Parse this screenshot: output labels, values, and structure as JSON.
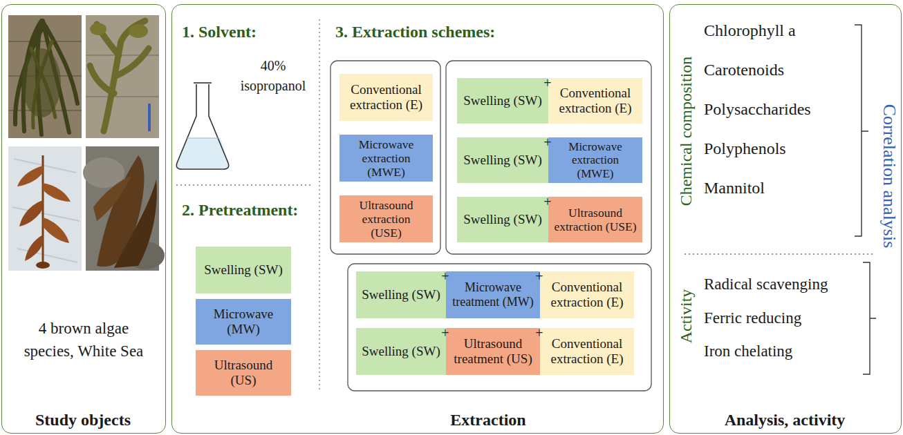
{
  "diagram": {
    "nodes": [
      {
        "text": [
          "4 brown algae species, White Sea",
          "Study objects"
        ]
      },
      {
        "text": [
          "1. Solvent:",
          "40% isopropanol",
          "2. Pretreatment:",
          "3. Extraction schemes:",
          "Extraction"
        ]
      },
      {
        "text": [
          "Swelling (SW)"
        ],
        "in": 1
      },
      {
        "text": [
          "Microwave (MW)"
        ],
        "in": 1
      },
      {
        "text": [
          "Ultrasound (US)"
        ],
        "in": 1
      },
      {
        "text": [
          "Conventional extraction (E)"
        ],
        "in": 1
      },
      {
        "text": [
          "Microwave extraction (MWE)"
        ],
        "in": 1
      },
      {
        "text": [
          "Ultrasound extraction (USE)"
        ],
        "in": 1
      },
      {
        "text": [
          "Swelling (SW)"
        ],
        "in": 1
      },
      {
        "text": [
          "Conventional extraction (E)"
        ],
        "in": 1
      },
      {
        "text": [
          "Swelling (SW)"
        ],
        "in": 1
      },
      {
        "text": [
          "Microwave extraction (MWE)"
        ],
        "in": 1
      },
      {
        "text": [
          "Swelling (SW)"
        ],
        "in": 1
      },
      {
        "text": [
          "Ultrasound extraction (USE)"
        ],
        "in": 1
      },
      {
        "text": [
          "Swelling (SW)"
        ],
        "in": 1
      },
      {
        "text": [
          "Microwave treatment (MW)"
        ],
        "in": 1
      },
      {
        "text": [
          "Conventional extraction (E)"
        ],
        "in": 1
      },
      {
        "text": [
          "Swelling (SW)"
        ],
        "in": 1
      },
      {
        "text": [
          "Ultrasound treatment (US)"
        ],
        "in": 1
      },
      {
        "text": [
          "Conventional extraction (E)"
        ],
        "in": 1
      },
      {
        "text": [
          "Analysis, activity"
        ]
      }
    ],
    "labels": [
      "+",
      "+",
      "+",
      "+",
      "+",
      "+",
      "+",
      "Chemical composition",
      "Chlorophyll a",
      "Carotenoids",
      "Polysaccharides",
      "Polyphenols",
      "Mannitol",
      "Activity",
      "Radical scavenging",
      "Ferric reducing",
      "Iron chelating",
      "Correlation analysis"
    ]
  }
}
